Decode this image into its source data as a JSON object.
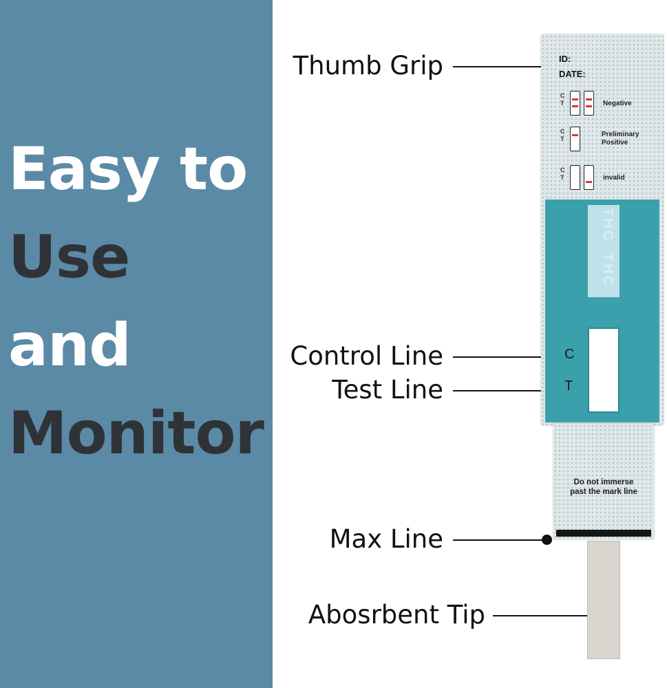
{
  "headline": {
    "line1": "Easy to",
    "line2": "Use",
    "line3": "and",
    "line4": "Monitor",
    "colors": {
      "panel": "#5b8aa6",
      "light": "#ffffff",
      "dark": "#2f3236"
    }
  },
  "callouts": {
    "thumb_grip": "Thumb Grip",
    "control_line": "Control Line",
    "test_line": "Test Line",
    "max_line": "Max Line",
    "absorbent_tip": "Abosrbent Tip"
  },
  "card": {
    "id_label": "ID:",
    "date_label": "DATE:",
    "legend": [
      {
        "ct": "C\nT",
        "label": "Negative"
      },
      {
        "ct": "C\nT",
        "label": "Preliminary\nPositive"
      },
      {
        "ct": "C\nT",
        "label": "invalid"
      }
    ],
    "drug_label": "THC",
    "control_mark": "C",
    "test_mark": "T",
    "warning": "Do not immerse\npast the mark line",
    "colors": {
      "teal": "#3aa0ab",
      "band": "#d03a3a"
    }
  }
}
